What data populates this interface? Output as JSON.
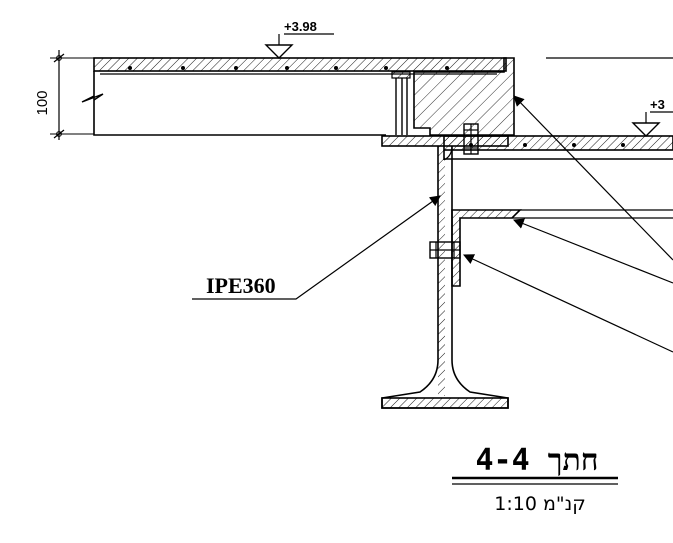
{
  "levels": {
    "upper": "+3.98",
    "lower": "+3"
  },
  "dimension": {
    "slab_thickness": "100"
  },
  "labels": {
    "profile": "IPE360"
  },
  "title": {
    "section": "חתך 4-4",
    "scale": "קנ\"מ 1:10"
  }
}
